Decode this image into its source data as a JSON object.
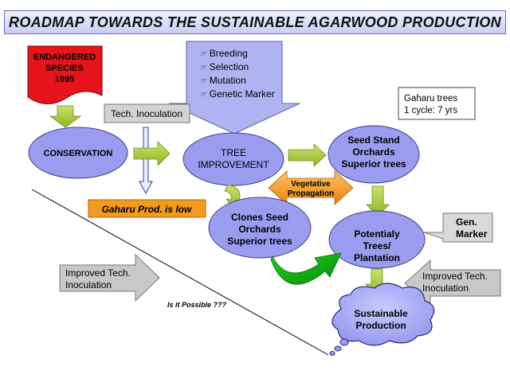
{
  "title": "ROADMAP TOWARDS THE SUSTAINABLE AGARWOOD PRODUCTION",
  "endangered": [
    "ENDANGERED",
    "SPECIES",
    "1995"
  ],
  "methods": [
    "Breeding",
    "Selection",
    "Mutation",
    "Genetic Marker"
  ],
  "gaharu_note": [
    "Gaharu trees",
    "1 cycle: 7 yrs"
  ],
  "tech_inoculation": "Tech. Inoculation",
  "conservation": "CONSERVATION",
  "tree_improvement": [
    "TREE",
    "IMPROVEMENT"
  ],
  "seed_stand": [
    "Seed Stand",
    "Orchards",
    "Superior trees"
  ],
  "vegetative": [
    "Vegetative",
    "Propagation"
  ],
  "gaharu_low": "Gaharu Prod. is low",
  "clones": [
    "Clones Seed",
    "Orchards",
    "Superior trees"
  ],
  "potential": [
    "Potentialy",
    "Trees/",
    "Plantation"
  ],
  "gen_marker": [
    "Gen.",
    "Marker"
  ],
  "improved_left": [
    "Improved Tech.",
    "Inoculation"
  ],
  "improved_right": [
    "Improved Tech.",
    "Inoculation"
  ],
  "question": "Is it Possible ???",
  "sustainable": [
    "Sustainable",
    "Production"
  ],
  "colors": {
    "ellipse": "#9a9cf0",
    "green_arrow": "#a6c83a",
    "red_banner": "#e8141c",
    "orange": "#f39a1f",
    "gray_arrow": "#c8c8c8"
  }
}
